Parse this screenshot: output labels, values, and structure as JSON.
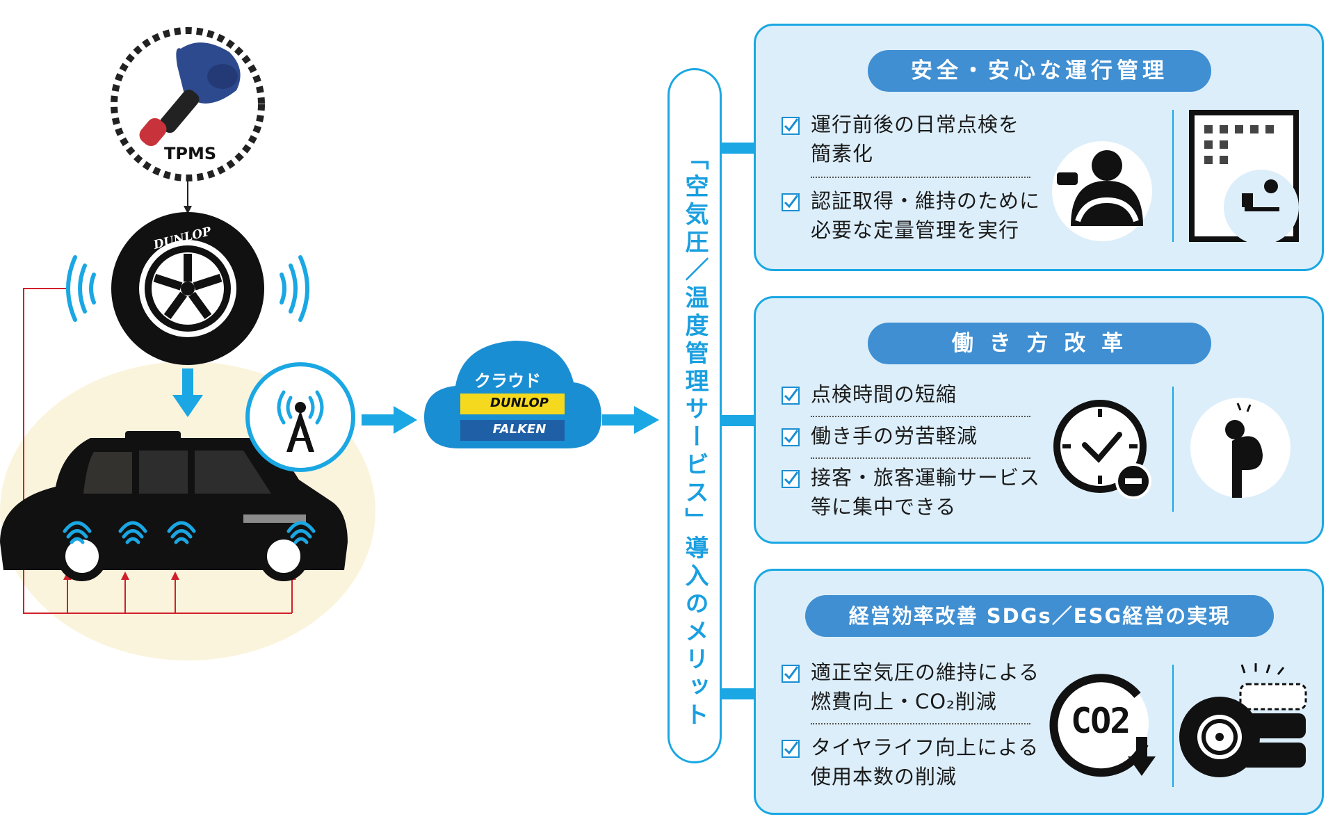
{
  "left": {
    "tpms_label": "TPMS",
    "tire_brand": "DUNLOP"
  },
  "cloud": {
    "label": "クラウド",
    "brand1": "DUNLOP",
    "brand2": "FALKEN"
  },
  "vertical_title": "「空気圧／温度管理サービス」導入のメリット",
  "panels": [
    {
      "title": "安全・安心な運行管理",
      "items": [
        [
          "運行前後の日常点検を",
          "簡素化"
        ],
        [
          "認証取得・維持のために",
          "必要な定量管理を実行"
        ]
      ]
    },
    {
      "title": "働 き 方 改 革",
      "items": [
        [
          "点検時間の短縮"
        ],
        [
          "働き手の労苦軽減"
        ],
        [
          "接客・旅客運輸サービス",
          "等に集中できる"
        ]
      ]
    },
    {
      "title": "経営効率改善 SDGs／ESG経営の実現",
      "items": [
        [
          "適正空気圧の維持による",
          "燃費向上・CO₂削減"
        ],
        [
          "タイヤライフ向上による",
          "使用本数の削減"
        ]
      ]
    }
  ],
  "icons": {
    "co2_label": "CO2"
  },
  "colors": {
    "accent": "#1aa7e3",
    "pill": "#3f8fd2",
    "panel_bg": "#dceefa",
    "red_line": "#d0202a"
  }
}
